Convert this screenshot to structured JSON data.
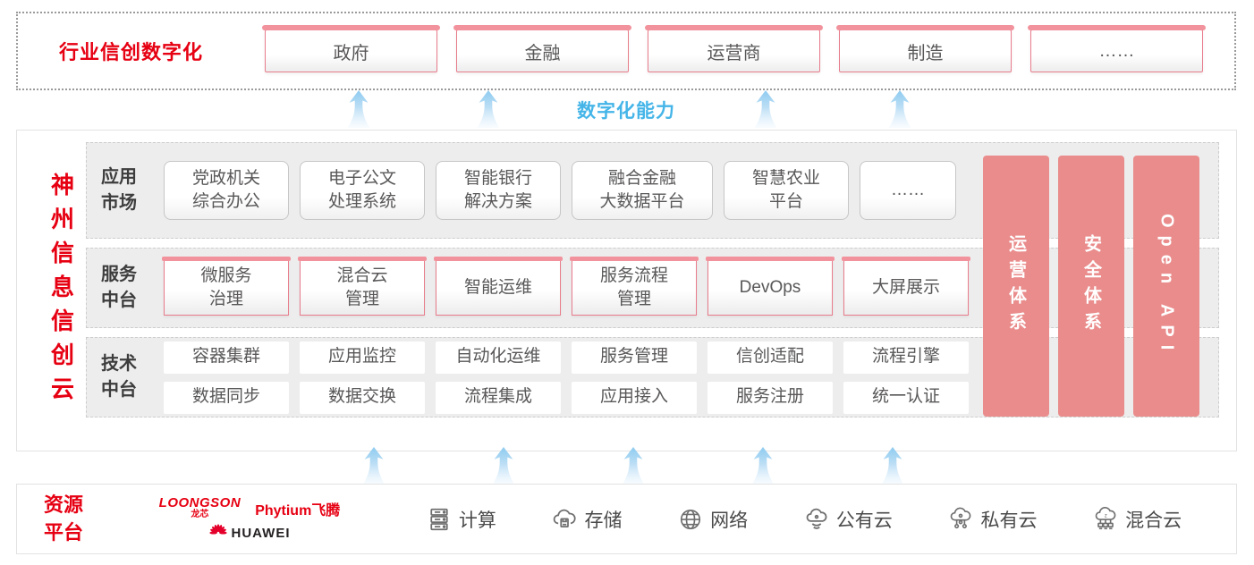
{
  "top": {
    "title": "行业信创数字化",
    "industries": [
      "政府",
      "金融",
      "运营商",
      "制造",
      "……"
    ]
  },
  "capability_label": "数字化能力",
  "platform": {
    "title": "神州信息信创云",
    "app_row": {
      "label": "应用\n市场",
      "items": [
        "党政机关\n综合办公",
        "电子公文\n处理系统",
        "智能银行\n解决方案",
        "融合金融\n大数据平台",
        "智慧农业\n平台",
        "……"
      ]
    },
    "service_row": {
      "label": "服务\n中台",
      "items": [
        "微服务\n治理",
        "混合云\n管理",
        "智能运维",
        "服务流程\n管理",
        "DevOps",
        "大屏展示"
      ]
    },
    "tech_row": {
      "label": "技术\n中台",
      "top_items": [
        "容器集群",
        "应用监控",
        "自动化运维",
        "服务管理",
        "信创适配",
        "流程引擎"
      ],
      "bottom_items": [
        "数据同步",
        "数据交换",
        "流程集成",
        "应用接入",
        "服务注册",
        "统一认证"
      ]
    },
    "pillars": [
      "运营体系",
      "安全体系",
      "Open API"
    ]
  },
  "resources": {
    "title": "资源\n平台",
    "vendors": {
      "loongson": "LOONGSON",
      "loongson_sub": "龙芯",
      "phytium": "Phytium飞腾",
      "huawei": "HUAWEI"
    },
    "items": [
      {
        "icon": "compute-server-icon",
        "label": "计算"
      },
      {
        "icon": "storage-cloud-icon",
        "label": "存储"
      },
      {
        "icon": "network-globe-icon",
        "label": "网络"
      },
      {
        "icon": "public-cloud-icon",
        "label": "公有云"
      },
      {
        "icon": "private-cloud-icon",
        "label": "私有云"
      },
      {
        "icon": "hybrid-cloud-icon",
        "label": "混合云"
      }
    ]
  },
  "colors": {
    "accent_red": "#e60012",
    "pillar_pink": "#ea8c8c",
    "box_border_pink": "#e87c8c",
    "capability_blue": "#45b5e8",
    "row_gray": "#ededed",
    "text_gray": "#595757"
  }
}
